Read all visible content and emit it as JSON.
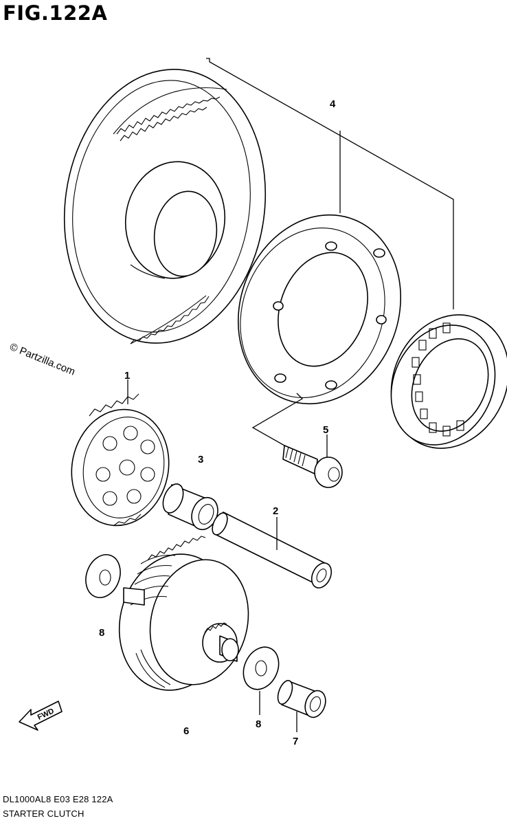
{
  "figure": {
    "title": "FIG.122A",
    "code": "DL1000AL8  E03  E28  122A",
    "caption": "STARTER CLUTCH",
    "watermark": "© Partzilla.com",
    "fwd_label": "FWD"
  },
  "callouts": [
    {
      "id": "part-1",
      "label": "1"
    },
    {
      "id": "part-2",
      "label": "2"
    },
    {
      "id": "part-3",
      "label": "3"
    },
    {
      "id": "part-4",
      "label": "4"
    },
    {
      "id": "part-5",
      "label": "5"
    },
    {
      "id": "part-6",
      "label": "6"
    },
    {
      "id": "part-7",
      "label": "7"
    },
    {
      "id": "part-8a",
      "label": "8"
    },
    {
      "id": "part-8b",
      "label": "8"
    }
  ]
}
